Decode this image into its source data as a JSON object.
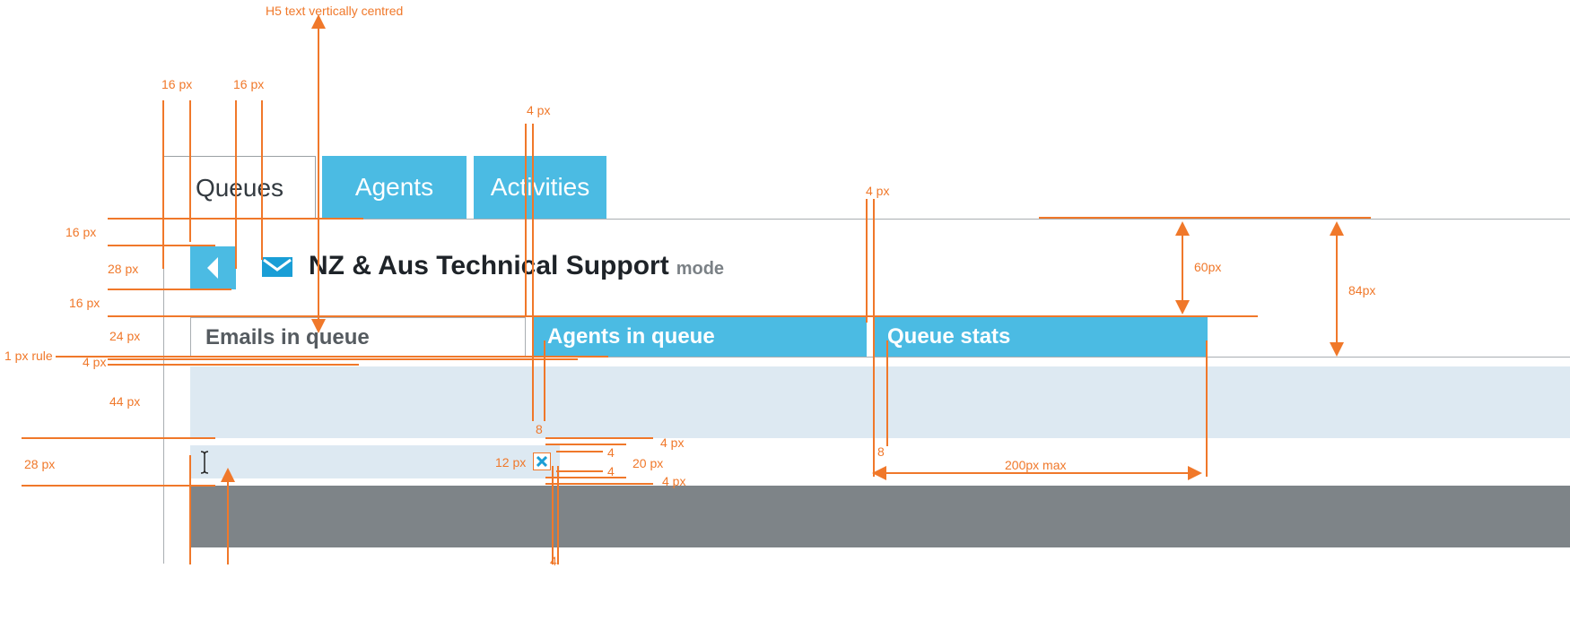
{
  "tabs": [
    {
      "label": "Queues",
      "active": true
    },
    {
      "label": "Agents",
      "active": false
    },
    {
      "label": "Activities",
      "active": false
    }
  ],
  "header": {
    "title": "NZ & Aus Technical Support",
    "subtitle": "mode"
  },
  "subtabs": [
    {
      "label": "Emails in queue",
      "active": true
    },
    {
      "label": "Agents in queue",
      "active": false
    },
    {
      "label": "Queue stats",
      "active": false
    }
  ],
  "annotations": {
    "h5_centred": "H5 text vertically centred",
    "left_16a": "16 px",
    "left_16b": "16 px",
    "top_4a": "4 px",
    "top_4b": "4 px",
    "row_16_top": "16 px",
    "row_28": "28 px",
    "row_16_bottom": "16 px",
    "row_24": "24 px",
    "rule_1px": "1 px rule",
    "row_4": "4 px",
    "row_44": "44 px",
    "row_28b": "28 px",
    "eight_a": "8",
    "eight_b": "8",
    "four_px_right_a": "4 px",
    "four_small_a": "4",
    "twelve_px": "12 px",
    "twenty_px": "20 px",
    "four_small_b": "4",
    "four_px_right_b": "4 px",
    "bottom_4": "4",
    "width_200": "200px max",
    "h_60": "60px",
    "h_84": "84px"
  },
  "colors": {
    "accent": "#4bbbe3",
    "annotation": "#f0782a",
    "panel_light": "#dde9f2",
    "panel_dark": "#7e8488",
    "rule": "#a9aeb2",
    "mail_icon": "#1a9ed6"
  },
  "icons": {
    "back": "chevron-left-icon",
    "mail": "envelope-icon",
    "close": "close-icon",
    "cursor": "text-cursor-icon"
  }
}
